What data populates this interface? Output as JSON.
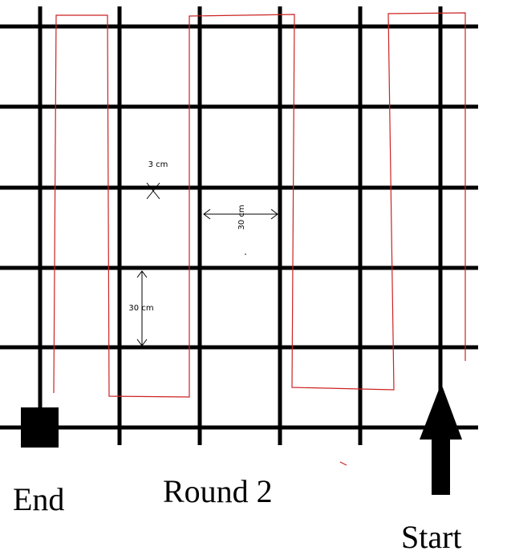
{
  "labels": {
    "end": "End",
    "start": "Start",
    "round": "Round 2",
    "line_width": "3 cm",
    "horizontal_spacing": "30 cm",
    "vertical_spacing": "30 cm"
  },
  "colors": {
    "grid": "#000000",
    "path": "#cc2222",
    "marker": "#000000"
  },
  "icons": {
    "end_marker": "black-square-icon",
    "start_marker": "up-arrow-icon"
  }
}
